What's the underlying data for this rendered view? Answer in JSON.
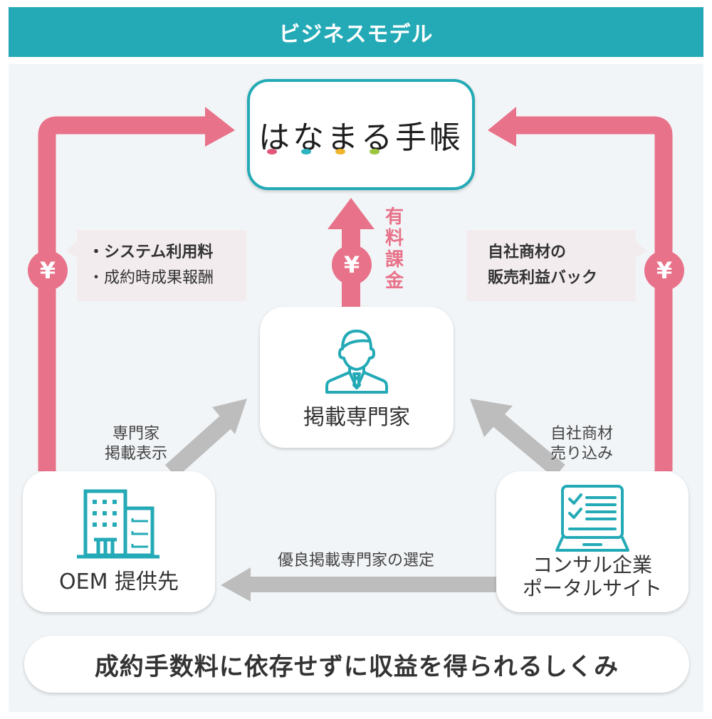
{
  "header": {
    "title": "ビジネスモデル"
  },
  "colors": {
    "accent": "#23aab6",
    "money": "#e8728a",
    "flow_arrow": "#bdbdbd",
    "background": "#f2f5f7"
  },
  "nodes": {
    "service": {
      "logo_chars": [
        "は",
        "な",
        "ま",
        "る",
        "手",
        "帳"
      ],
      "logo_dot_colors": [
        "#e0577a",
        "#2db3c1",
        "#f0b429",
        "#9bc53d"
      ]
    },
    "expert": {
      "label": "掲載専門家",
      "icon": "businessman-icon"
    },
    "oem": {
      "label": "OEM 提供先",
      "icon": "building-icon"
    },
    "consult": {
      "label_line1": "コンサル企業",
      "label_line2": "ポータルサイト",
      "icon": "laptop-checklist-icon"
    }
  },
  "callouts": {
    "left": {
      "line1": "・システム利用料",
      "line2": "・成約時成果報酬"
    },
    "right": {
      "line1": "自社商材の",
      "line2": "販売利益バック"
    }
  },
  "flows": {
    "paid_charge": "有料課金",
    "oem_to_expert": {
      "line1": "専門家",
      "line2": "掲載表示"
    },
    "consult_to_expert": {
      "line1": "自社商材",
      "line2": "売り込み"
    },
    "consult_to_oem": "優良掲載専門家の選定"
  },
  "yen_symbol": "¥",
  "footer": {
    "tagline": "成約手数料に依存せずに収益を得られるしくみ"
  }
}
